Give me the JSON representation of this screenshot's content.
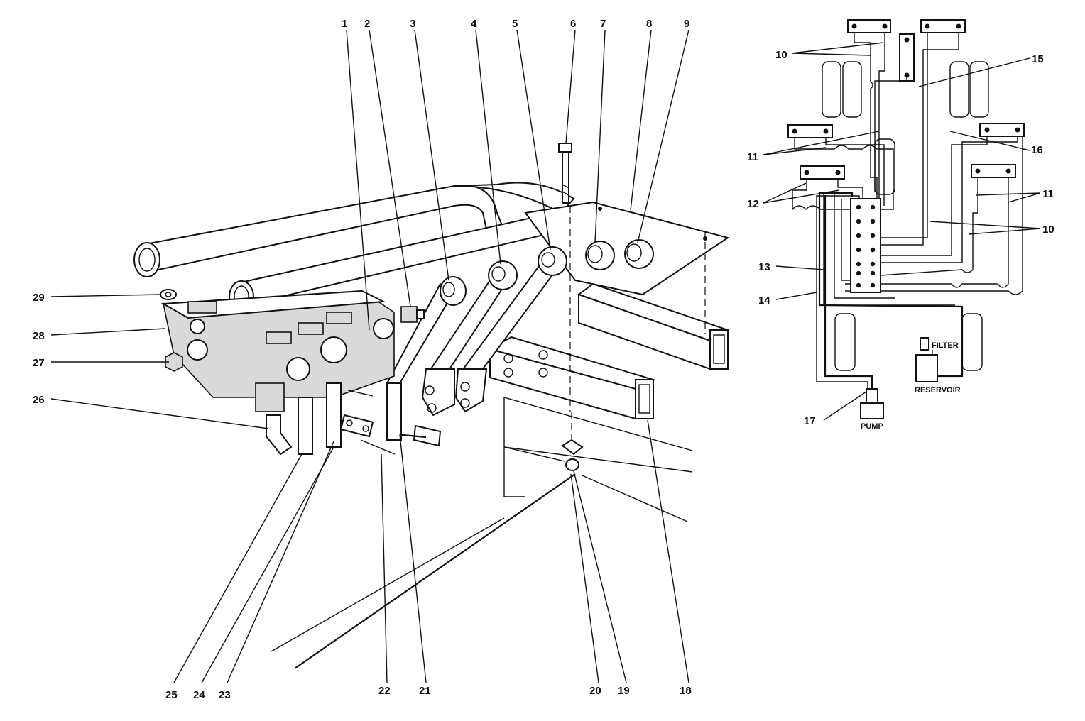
{
  "exploded_view": {
    "callouts": [
      {
        "id": "c1",
        "text": "1"
      },
      {
        "id": "c2",
        "text": "2"
      },
      {
        "id": "c3",
        "text": "3"
      },
      {
        "id": "c4",
        "text": "4"
      },
      {
        "id": "c5",
        "text": "5"
      },
      {
        "id": "c6",
        "text": "6"
      },
      {
        "id": "c7",
        "text": "7"
      },
      {
        "id": "c8",
        "text": "8"
      },
      {
        "id": "c9",
        "text": "9"
      },
      {
        "id": "c18",
        "text": "18"
      },
      {
        "id": "c19",
        "text": "19"
      },
      {
        "id": "c20",
        "text": "20"
      },
      {
        "id": "c21",
        "text": "21"
      },
      {
        "id": "c22",
        "text": "22"
      },
      {
        "id": "c23",
        "text": "23"
      },
      {
        "id": "c24",
        "text": "24"
      },
      {
        "id": "c25",
        "text": "25"
      },
      {
        "id": "c26",
        "text": "26"
      },
      {
        "id": "c27",
        "text": "27"
      },
      {
        "id": "c28",
        "text": "28"
      },
      {
        "id": "c29",
        "text": "29"
      }
    ]
  },
  "schematic": {
    "callouts": [
      {
        "id": "s10a",
        "text": "10"
      },
      {
        "id": "s15",
        "text": "15"
      },
      {
        "id": "s11a",
        "text": "11"
      },
      {
        "id": "s16",
        "text": "16"
      },
      {
        "id": "s12",
        "text": "12"
      },
      {
        "id": "s11b",
        "text": "11"
      },
      {
        "id": "s10b",
        "text": "10"
      },
      {
        "id": "s13",
        "text": "13"
      },
      {
        "id": "s14",
        "text": "14"
      },
      {
        "id": "s17",
        "text": "17"
      }
    ],
    "labels": {
      "filter": "FILTER",
      "reservoir": "RESERVOIR",
      "pump": "PUMP"
    }
  }
}
